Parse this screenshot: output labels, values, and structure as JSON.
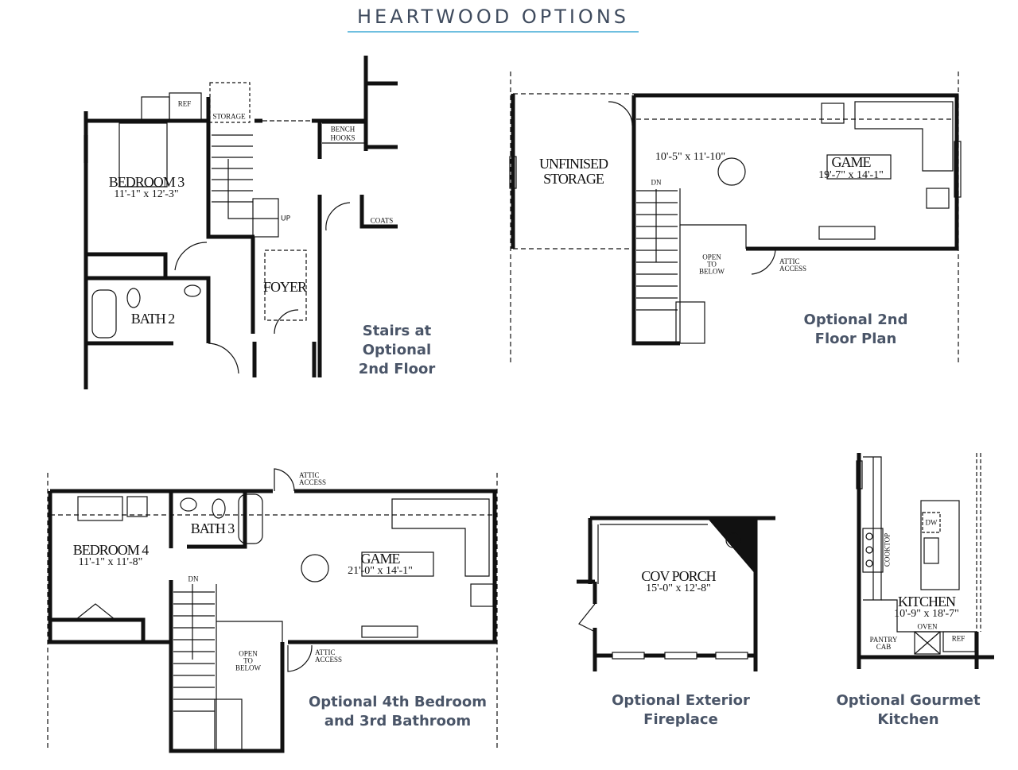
{
  "title": "HEARTWOOD  OPTIONS",
  "accent_color": "#6fbfe0",
  "caption_color": "#4a5568",
  "plans": {
    "stairs": {
      "caption": [
        "Stairs at",
        "Optional",
        "2nd Floor"
      ],
      "labels": {
        "ref": "REF",
        "storage": "STORAGE",
        "bench": "BENCH",
        "hooks": "HOOKS",
        "bedroom": "BEDROOM 3",
        "bedroom_dim": "11'-1\" x 12'-3\"",
        "up": "UP",
        "coats": "COATS",
        "foyer": "FOYER",
        "bath": "BATH 2"
      }
    },
    "second_floor": {
      "caption": [
        "Optional 2nd",
        "Floor Plan"
      ],
      "labels": {
        "storage": [
          "UNFINISED",
          "STORAGE"
        ],
        "area_dim": "10'-5\" x 11'-10\"",
        "game": "GAME",
        "game_dim": "19'-7\" x 14'-1\"",
        "dn": "DN",
        "open": [
          "OPEN",
          "TO",
          "BELOW"
        ],
        "attic": [
          "ATTIC",
          "ACCESS"
        ]
      }
    },
    "fourth_bedroom": {
      "caption": [
        "Optional 4th Bedroom",
        "and 3rd Bathroom"
      ],
      "labels": {
        "bedroom": "BEDROOM 4",
        "bedroom_dim": "11'-1\" x 11'-8\"",
        "bath": "BATH 3",
        "game": "GAME",
        "game_dim": "21'-0\" x 14'-1\"",
        "dn": "DN",
        "open": [
          "OPEN",
          "TO",
          "BELOW"
        ],
        "attic_top": [
          "ATTIC",
          "ACCESS"
        ],
        "attic_bottom": [
          "ATTIC",
          "ACCESS"
        ]
      }
    },
    "fireplace": {
      "caption": [
        "Optional Exterior",
        "Fireplace"
      ],
      "labels": {
        "porch": "COV PORCH",
        "porch_dim": "15'-0\" x 12'-8\""
      }
    },
    "kitchen": {
      "caption": [
        "Optional Gourmet",
        "Kitchen"
      ],
      "labels": {
        "kitchen": "KITCHEN",
        "kitchen_dim": "10'-9\" x 18'-7\"",
        "dw": "DW",
        "cooktop": "COOKTOP",
        "oven": "OVEN",
        "ref": "REF",
        "pantry": [
          "PANTRY",
          "CAB"
        ]
      }
    }
  }
}
